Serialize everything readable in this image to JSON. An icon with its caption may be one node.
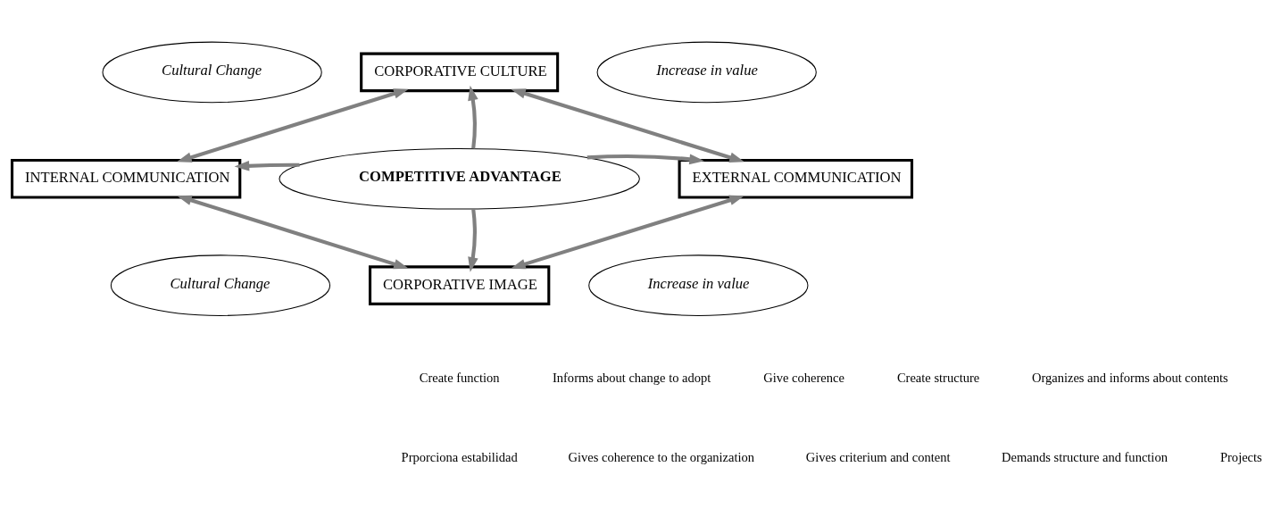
{
  "diagram": {
    "nodes": [
      {
        "text": [
          "Cultural Change"
        ]
      },
      {
        "text": [
          "CORPORATIVE CULTURE"
        ]
      },
      {
        "text": [
          "Increase in value"
        ]
      },
      {
        "text": [
          "INTERNAL COMMUNICATION"
        ]
      },
      {
        "text": [
          "COMPETITIVE ADVANTAGE"
        ]
      },
      {
        "text": [
          "EXTERNAL COMMUNICATION"
        ]
      },
      {
        "text": [
          "Cultural Change"
        ]
      },
      {
        "text": [
          "CORPORATIVE IMAGE"
        ]
      },
      {
        "text": [
          "Increase in value"
        ]
      }
    ],
    "edges": [
      {
        "from": 3,
        "to": 1,
        "arrow": "both"
      },
      {
        "from": 1,
        "to": 5,
        "arrow": "both"
      },
      {
        "from": 4,
        "to": 1,
        "arrow": "to"
      },
      {
        "from": 4,
        "to": 3,
        "arrow": "to"
      },
      {
        "from": 4,
        "to": 5,
        "arrow": "to"
      },
      {
        "from": 4,
        "to": 7,
        "arrow": "to"
      },
      {
        "from": 3,
        "to": 7,
        "arrow": "both"
      },
      {
        "from": 5,
        "to": 7,
        "arrow": "both"
      }
    ],
    "labels": [
      "Create function",
      "Informs about change to adopt",
      "Give coherence",
      "Create structure",
      "Organizes and informs about contents",
      "Prporciona estabilidad",
      "Gives coherence to the organization",
      "Gives criterium and content",
      "Demands structure and function",
      "Projects"
    ]
  }
}
